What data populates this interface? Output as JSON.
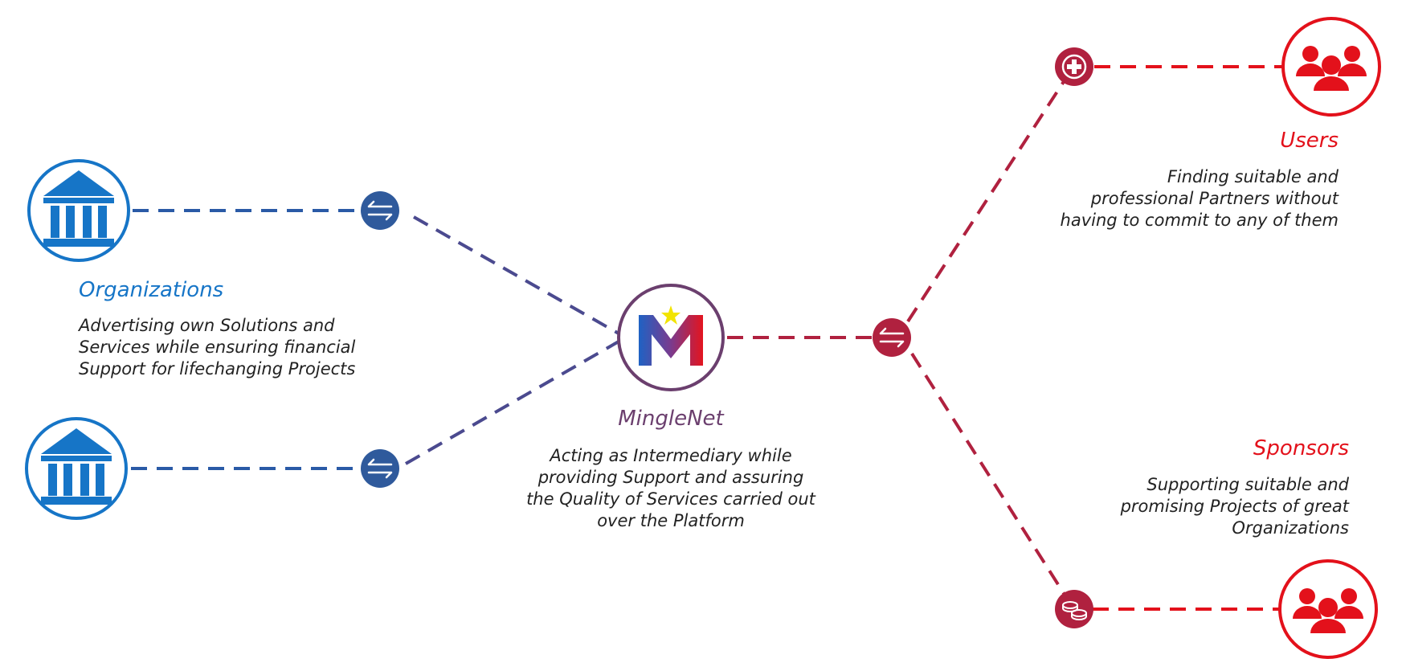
{
  "colors": {
    "org_blue": "#1675c7",
    "org_line": "#2a5aa6",
    "exchange_blue": "#2f5a9c",
    "purple_line": "#4b4a8f",
    "brand_purple": "#6b3f6e",
    "maroon": "#b0213f",
    "red": "#e3111b",
    "logo_star": "#f2e400"
  },
  "nodes": {
    "organization_icon": "bank-icon",
    "exchange_icon": "swap-arrows-icon",
    "users_icon": "people-group-icon",
    "sponsors_icon": "people-group-icon",
    "health_icon": "medical-cross-icon",
    "coins_icon": "coins-icon",
    "center_icon": "minglenet-logo-icon"
  },
  "labels": {
    "organizations": {
      "title": "Organizations",
      "lines": [
        "Advertising own Solutions and",
        "Services while ensuring financial",
        "Support for lifechanging Projects"
      ]
    },
    "minglenet": {
      "title": "MingleNet",
      "lines": [
        "Acting as Intermediary while",
        "providing Support and assuring",
        "the Quality of Services carried out",
        "over the Platform"
      ]
    },
    "users": {
      "title": "Users",
      "lines": [
        "Finding suitable and",
        "professional Partners without",
        "having to commit to any of them"
      ]
    },
    "sponsors": {
      "title": "Sponsors",
      "lines": [
        "Supporting suitable and",
        "promising Projects of great",
        "Organizations"
      ]
    }
  }
}
